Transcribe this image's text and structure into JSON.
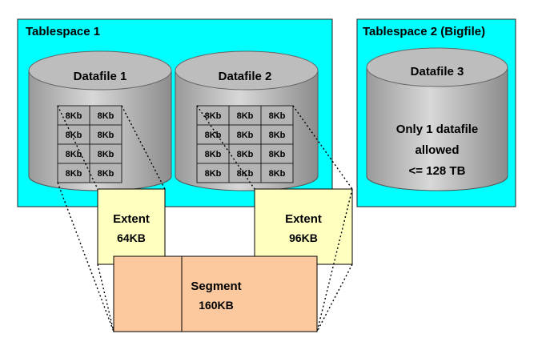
{
  "tablespaces": [
    {
      "title": "Tablespace 1"
    },
    {
      "title": "Tablespace 2 (Bigfile)"
    }
  ],
  "datafiles": [
    {
      "title": "Datafile 1"
    },
    {
      "title": "Datafile 2"
    },
    {
      "title": "Datafile 3",
      "lines": [
        "Only 1 datafile",
        "allowed",
        "<= 128 TB"
      ]
    }
  ],
  "block_label": "8Kb",
  "extents": [
    {
      "label": "Extent",
      "size": "64KB"
    },
    {
      "label": "Extent",
      "size": "96KB"
    }
  ],
  "segment": {
    "label": "Segment",
    "size": "160KB"
  },
  "colors": {
    "tablespace_fill": "#00ffff",
    "cylinder_fill": "#c0c0c0",
    "block_fill": "#b0b0b0",
    "extent_fill": "#ffffc0",
    "segment_fill": "#fbc99d"
  }
}
